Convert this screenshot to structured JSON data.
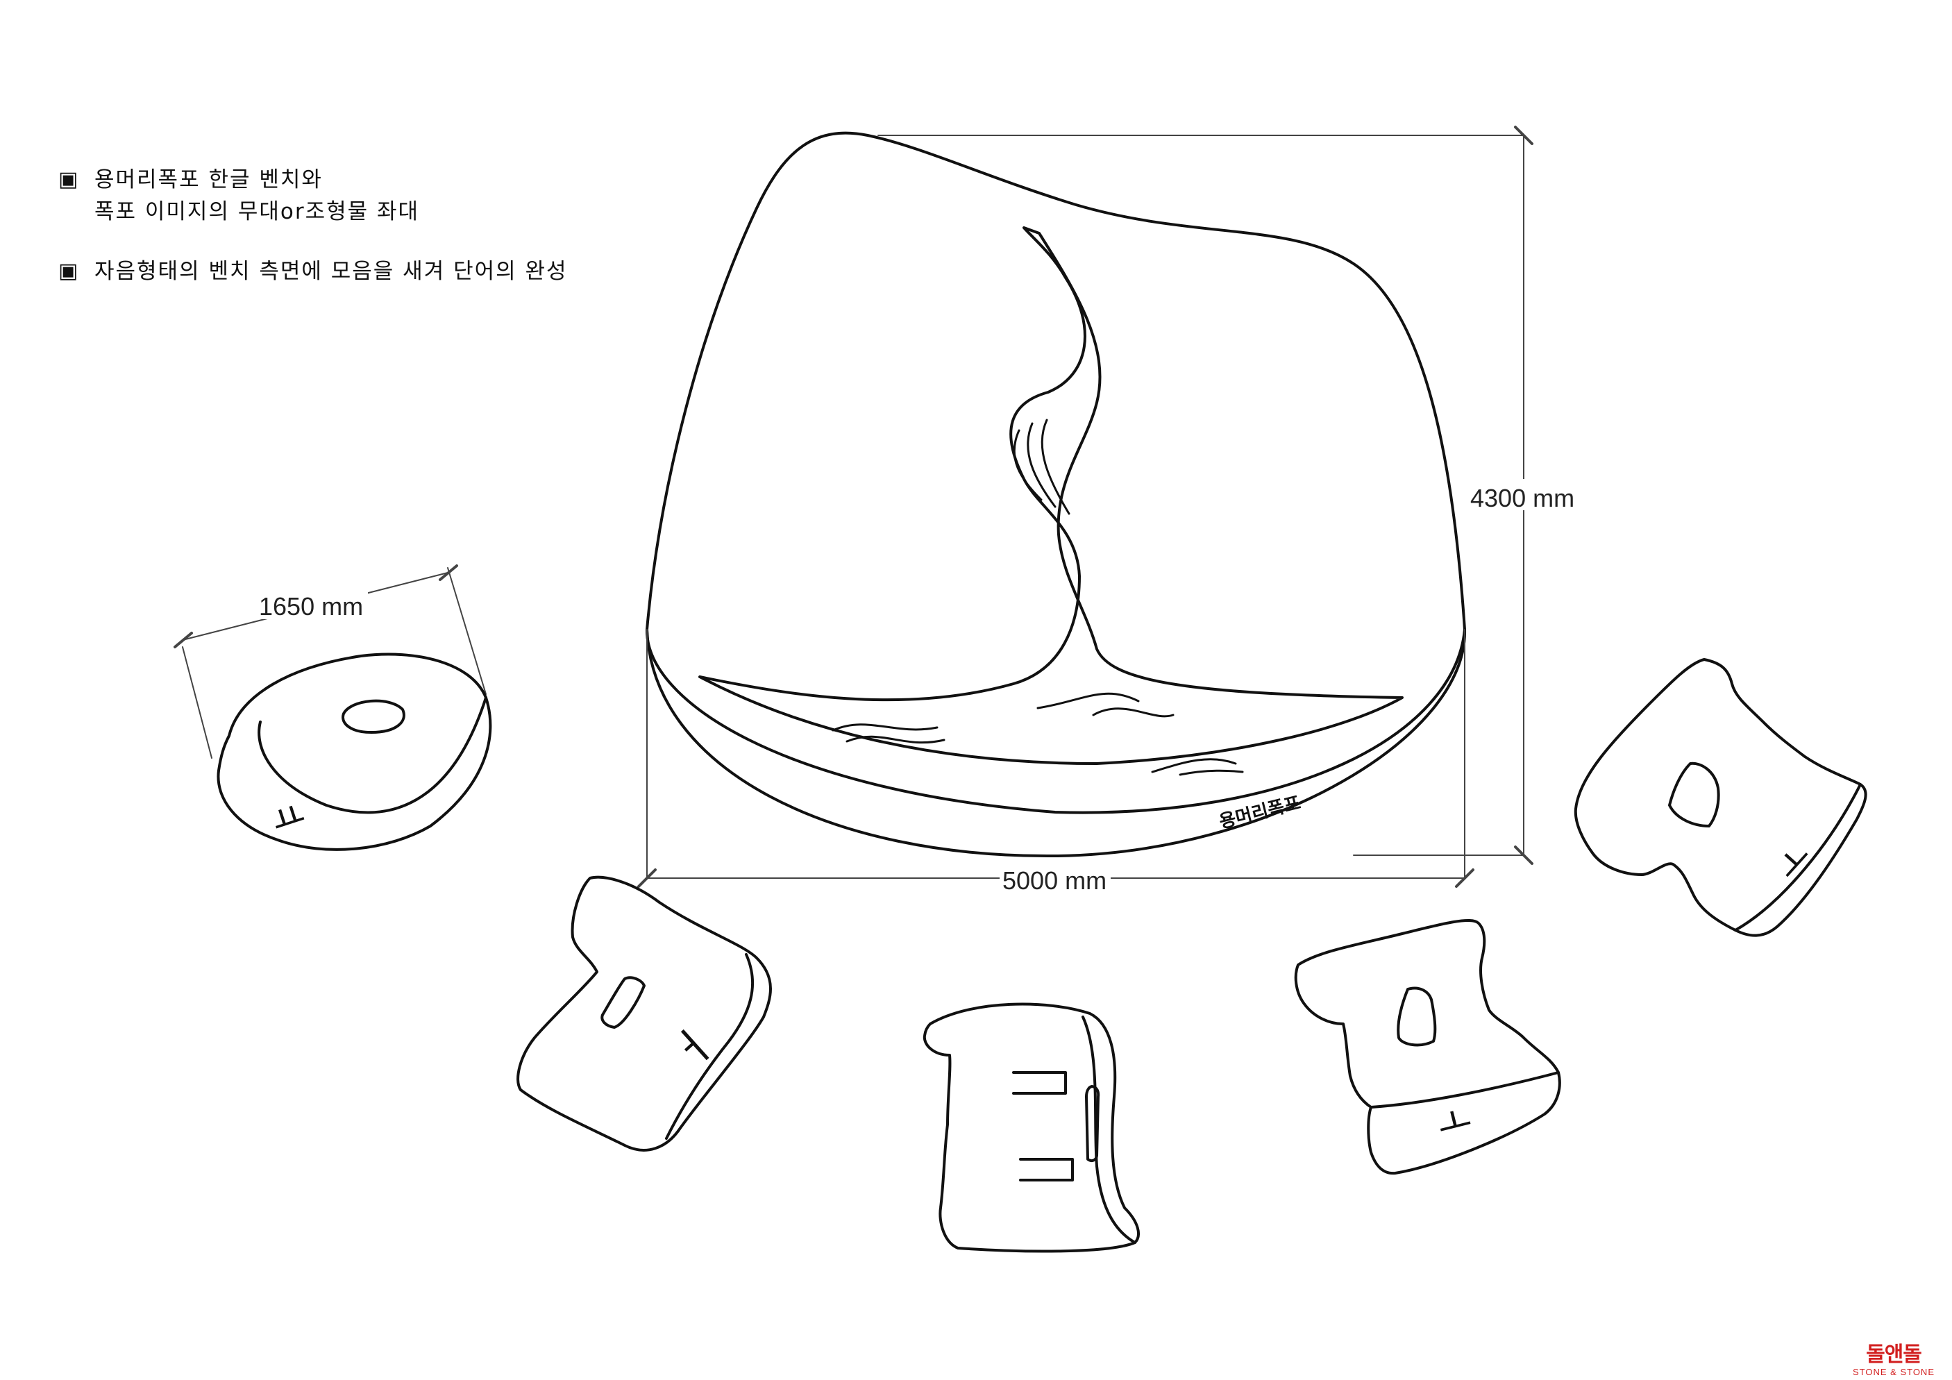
{
  "notes": {
    "bullet": "▣",
    "item1_line1": "용머리폭포 한글 벤치와",
    "item1_line2": "폭포 이미지의 무대or조형물 좌대",
    "item2": "자음형태의 벤치 측면에 모음을 새겨 단어의 완성"
  },
  "dimensions": {
    "width": "5000 mm",
    "height": "4300 mm",
    "bench": "1650 mm"
  },
  "stage_engraving": "용머리폭포",
  "benches": [
    {
      "consonant": "ㅇ",
      "vowel": "ㅛ"
    },
    {
      "consonant": "ㅁ",
      "vowel": "ㅓ"
    },
    {
      "consonant": "ㄹ",
      "vowel": "ㅣ"
    },
    {
      "consonant": "ㅍ",
      "vowel": "ㅗ"
    },
    {
      "consonant": "ㅍ",
      "vowel": "ㅗ"
    }
  ],
  "logo": {
    "main": "돌앤돌",
    "sub": "STONE & STONE",
    "color": "#d21f1f"
  },
  "colors": {
    "line": "#111111",
    "dimension": "#444444"
  }
}
